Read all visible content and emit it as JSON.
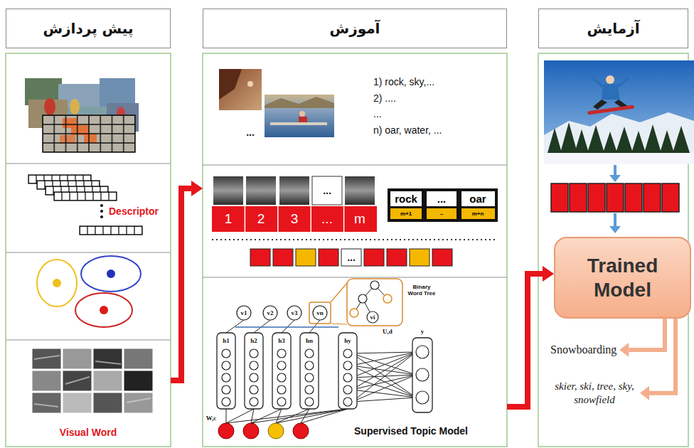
{
  "diagram": {
    "nodes": [
      {
        "text": [
          "پیش پردازش"
        ]
      },
      {
        "text": [
          "آموزش"
        ]
      },
      {
        "text": [
          "آزمایش"
        ]
      },
      {
        "text": [
          "Descriptor"
        ]
      },
      {
        "text": [
          "Visual Word"
        ]
      },
      {
        "text": [
          "...",
          "1) rock, sky,...",
          "2) ....",
          "...",
          "n) oar, water, ..."
        ]
      },
      {
        "text": [
          "...",
          "1",
          "2",
          "3",
          "...",
          "m",
          "rock",
          "...",
          "oar",
          "m+1",
          "–",
          "m+n",
          "..."
        ]
      },
      {
        "text": [
          "v1",
          "v2",
          "v3",
          "vn",
          "Binary Word Tree",
          "vi",
          "h1",
          "h2",
          "h3",
          "hn",
          "hy",
          "U,d",
          "y",
          "W,c",
          "Supervised Topic Model"
        ]
      },
      {
        "text": [
          "Trained Model"
        ]
      },
      {
        "text": [
          "Snowboarding"
        ]
      },
      {
        "text": [
          "skier, ski, tree, sky, snowfield"
        ]
      }
    ],
    "edges": [
      {
        "from": 4,
        "to": 6,
        "arrow": "to"
      },
      {
        "from": 7,
        "to": 8,
        "arrow": "to"
      },
      {
        "from": 8,
        "to": 9,
        "arrow": "to"
      },
      {
        "from": 8,
        "to": 10,
        "arrow": "to"
      }
    ]
  }
}
